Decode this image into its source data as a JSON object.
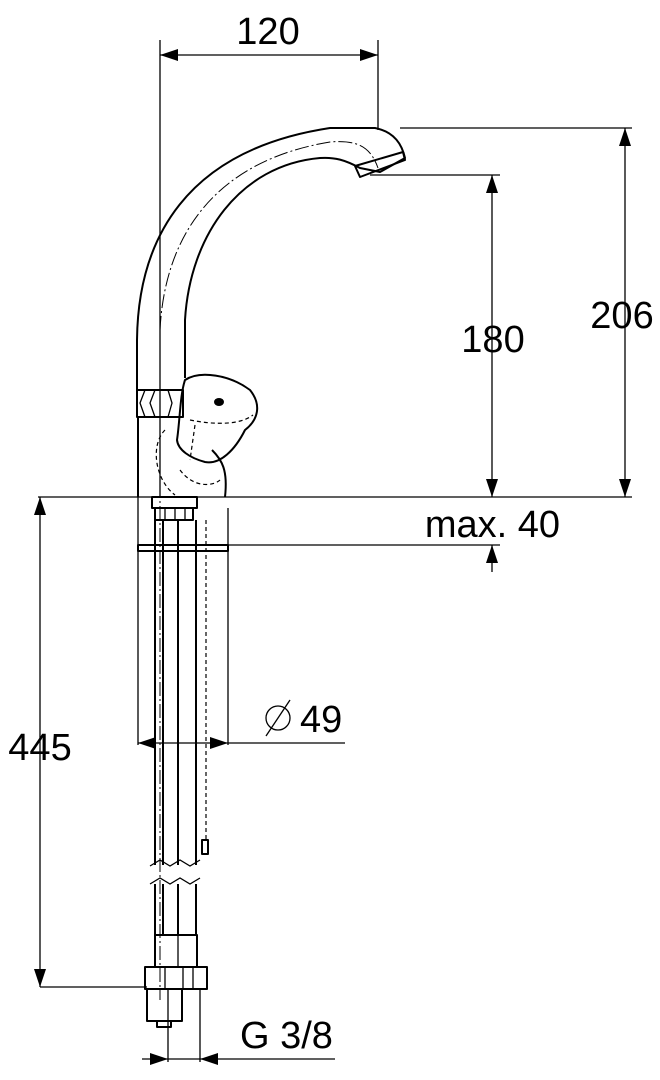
{
  "title": "Single-lever kitchen mixer dimension drawing",
  "dimensions": {
    "spout_reach": "120",
    "outlet_height": "180",
    "total_height": "206",
    "max_thickness": "max. 40",
    "diameter_symbol": "⌀",
    "diameter": "49",
    "hose_length": "445",
    "connection_thread": "G 3/8"
  }
}
